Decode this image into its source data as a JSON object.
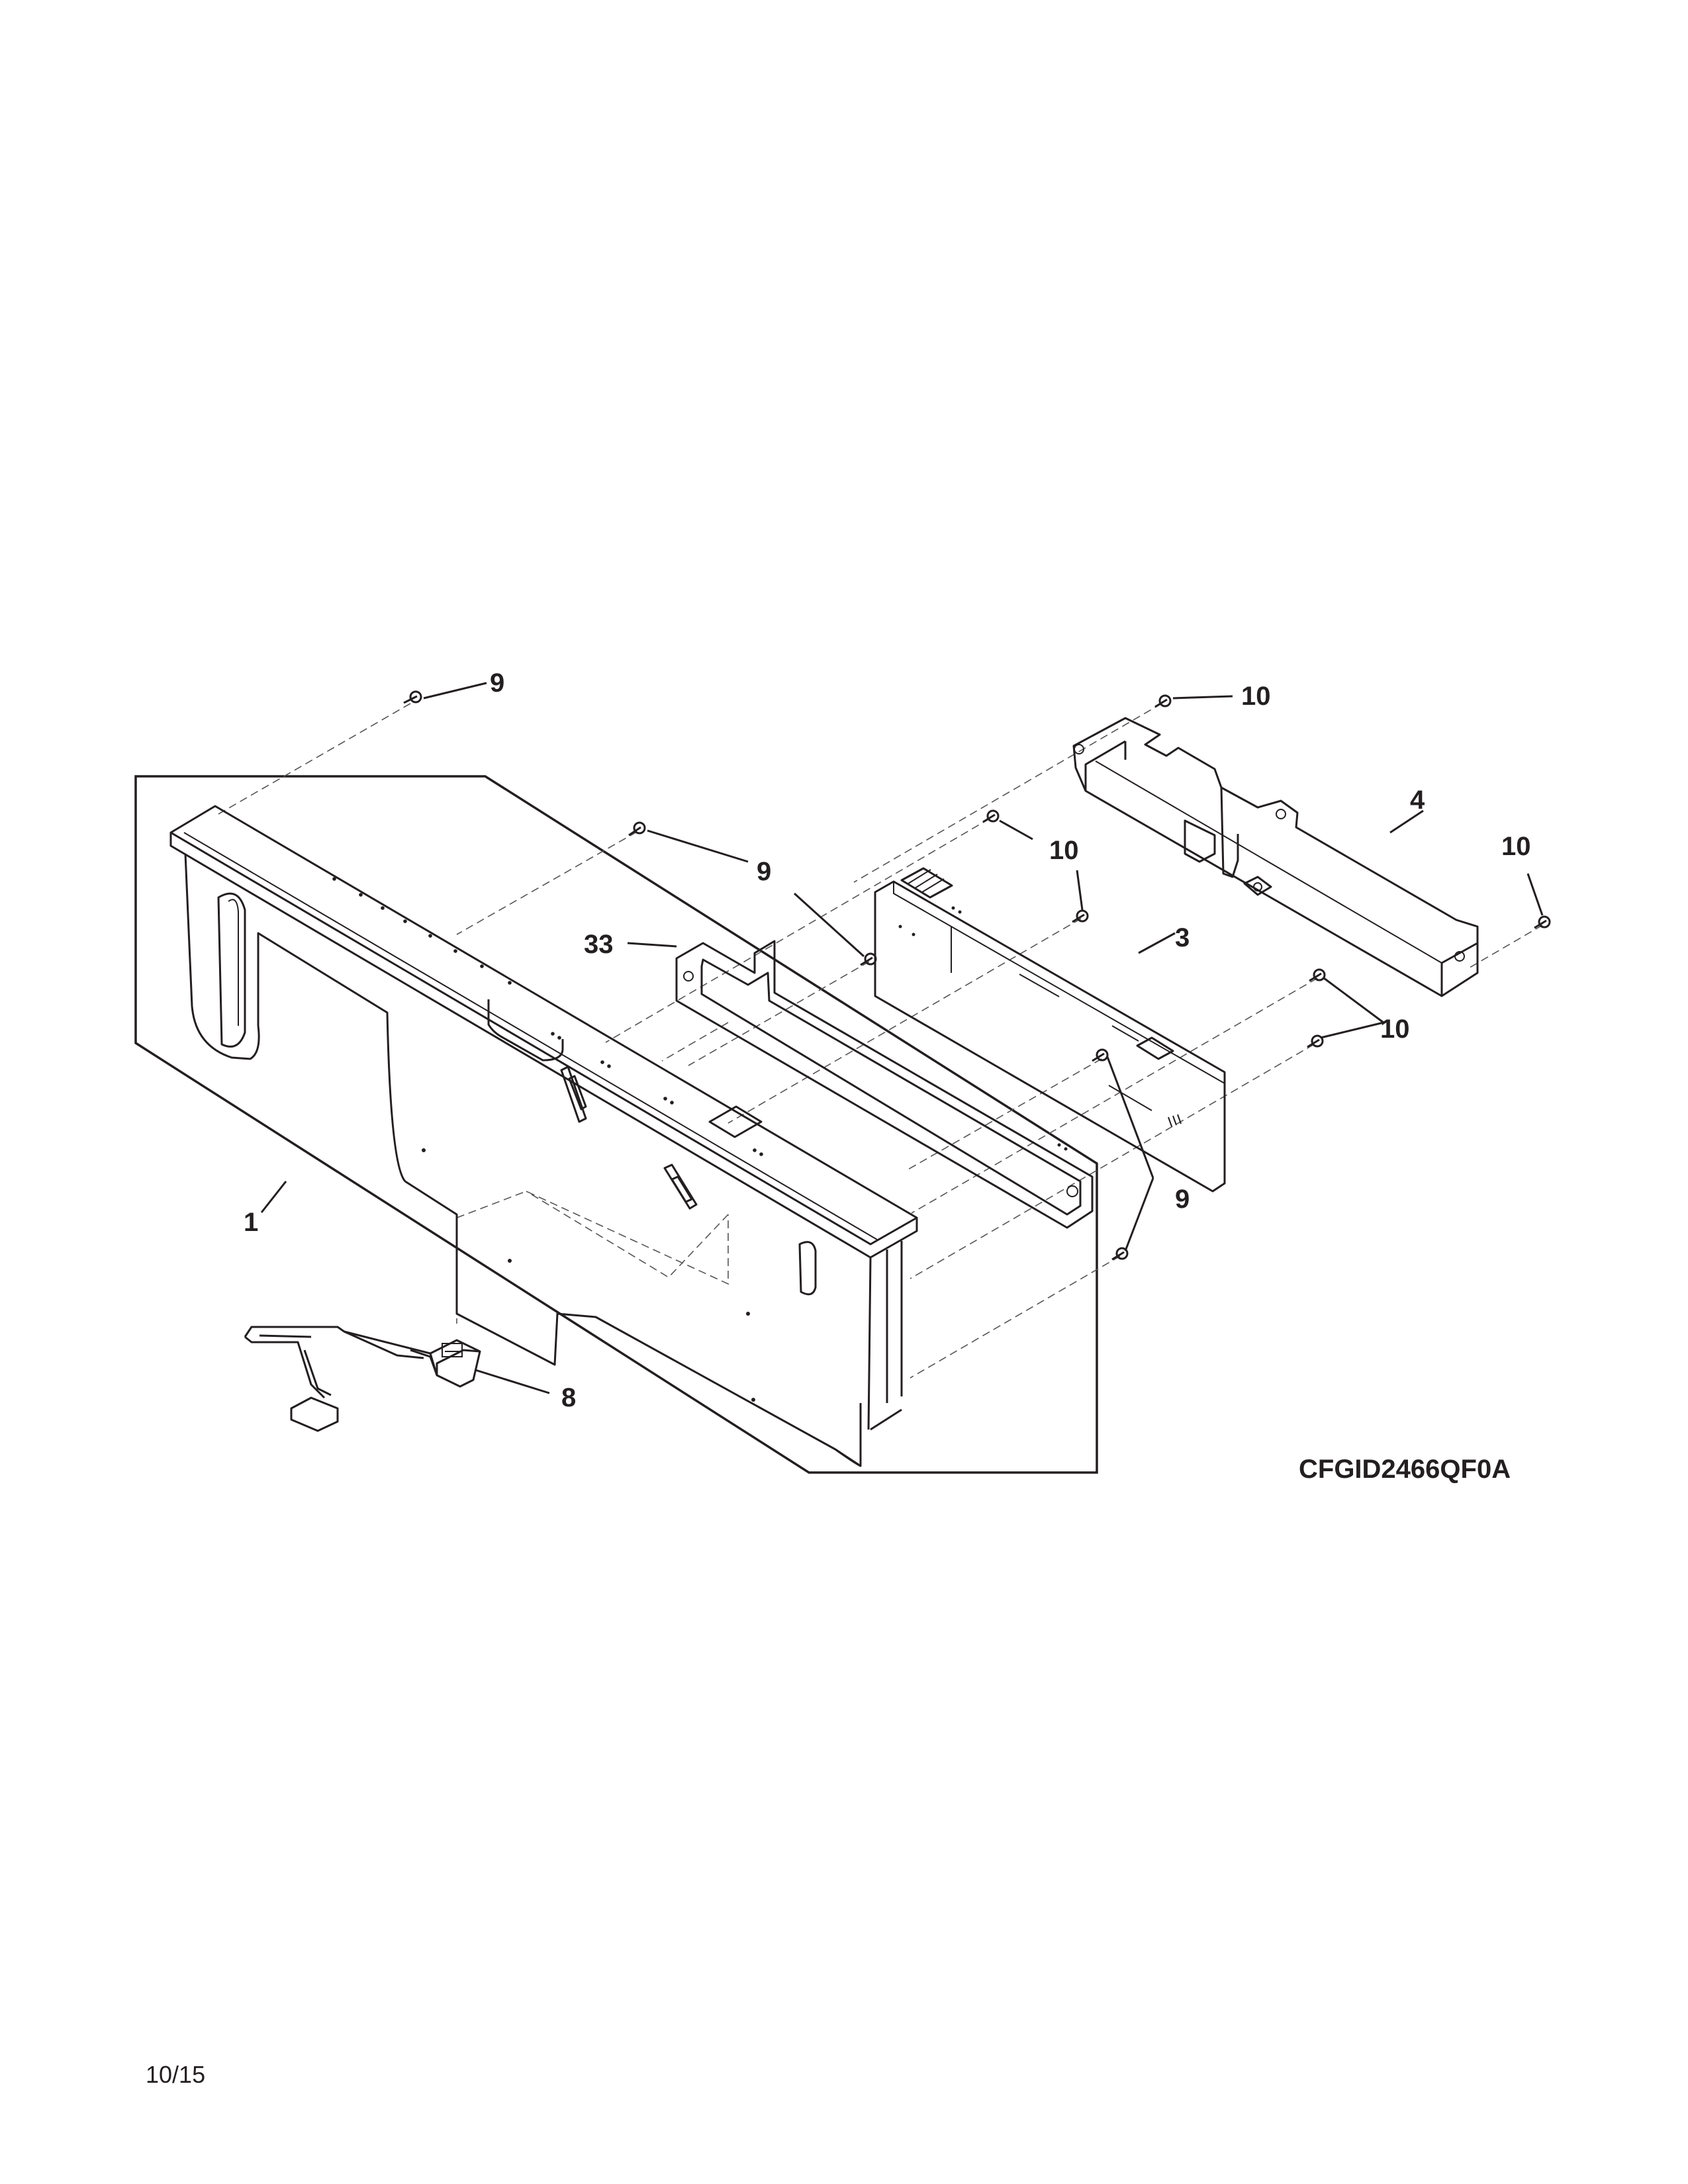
{
  "model_number": "CFGID2466QF0A",
  "revision_date": "10/15",
  "callouts": {
    "c1": "1",
    "c3": "3",
    "c4": "4",
    "c8": "8",
    "c9a": "9",
    "c9b": "9",
    "c9c": "9",
    "c10a": "10",
    "c10b": "10",
    "c10c": "10",
    "c10d": "10",
    "c33": "33"
  }
}
